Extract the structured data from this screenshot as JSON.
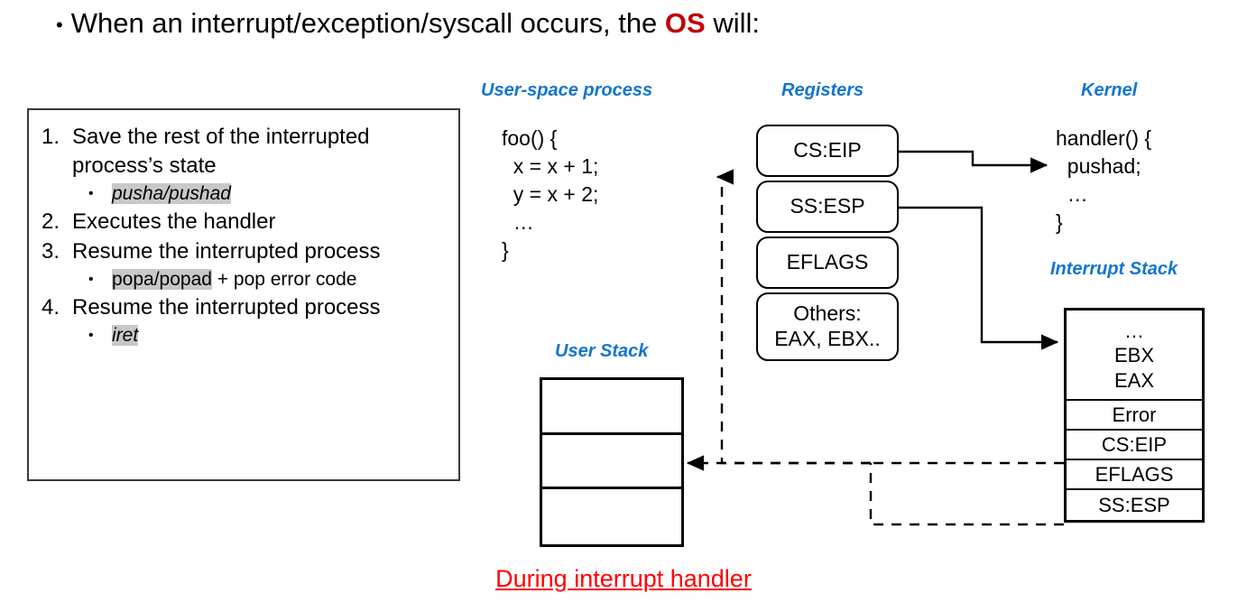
{
  "slide": {
    "header": {
      "bullet": "•",
      "text_before": "When an interrupt/exception/syscall occurs, the ",
      "emphasis": "OS",
      "text_after": " will:"
    },
    "caption": "During interrupt handler"
  },
  "steps": [
    {
      "num": "1.",
      "text": "Save the rest of the interrupted process’s state",
      "sub": [
        {
          "bullet": "•",
          "code": "pusha/pushad",
          "italic": true,
          "after": ""
        }
      ]
    },
    {
      "num": "2.",
      "text": "Executes the handler",
      "sub": []
    },
    {
      "num": "3.",
      "text": "Resume the interrupted process",
      "sub": [
        {
          "bullet": "•",
          "code": "popa/popad",
          "italic": false,
          "after": " + pop error code"
        }
      ]
    },
    {
      "num": "4.",
      "text": "Resume the interrupted process",
      "sub": [
        {
          "bullet": "•",
          "code": "iret",
          "italic": true,
          "after": ""
        }
      ]
    }
  ],
  "columns": {
    "user_space": {
      "heading": "User-space process",
      "code": "foo() {\n  x = x + 1;\n  y = x + 2;\n  …\n}"
    },
    "registers": {
      "heading": "Registers",
      "boxes": [
        {
          "label": "CS:EIP"
        },
        {
          "label": "SS:ESP"
        },
        {
          "label": "EFLAGS"
        },
        {
          "label": "Others:\nEAX, EBX.."
        }
      ]
    },
    "kernel": {
      "heading": "Kernel",
      "code": "handler() {\n  pushad;\n  …\n}"
    }
  },
  "user_stack": {
    "heading": "User Stack",
    "rows": [
      "",
      "",
      ""
    ]
  },
  "interrupt_stack": {
    "heading": "Interrupt Stack",
    "rows": [
      {
        "lines": [
          "…",
          "EBX",
          "EAX"
        ],
        "tall": true
      },
      {
        "lines": [
          "Error"
        ],
        "tall": false
      },
      {
        "lines": [
          "CS:EIP"
        ],
        "tall": false
      },
      {
        "lines": [
          "EFLAGS"
        ],
        "tall": false
      },
      {
        "lines": [
          "SS:ESP"
        ],
        "tall": false
      }
    ]
  },
  "colors": {
    "heading_blue": "#1275CE",
    "emphasis_red": "#C00000",
    "caption_red": "#FF0000",
    "code_highlight": "#C8C8C8",
    "line_black": "#000000"
  }
}
